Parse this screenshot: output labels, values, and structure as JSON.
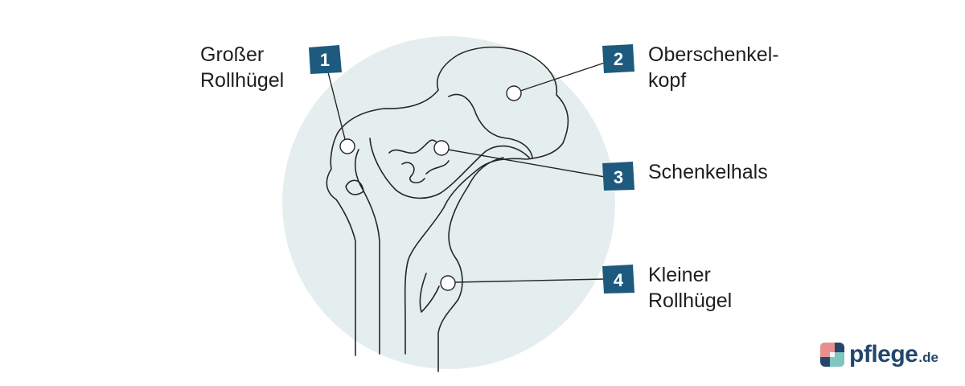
{
  "labels": {
    "l1": {
      "number": "1",
      "line1": "Großer",
      "line2": "Rollhügel"
    },
    "l2": {
      "number": "2",
      "line1": "Oberschenkel-",
      "line2": "kopf"
    },
    "l3": {
      "number": "3",
      "line1": "Schenkelhals"
    },
    "l4": {
      "number": "4",
      "line1": "Kleiner",
      "line2": "Rollhügel"
    }
  },
  "logo": {
    "word": "pflege",
    "tld": ".de"
  },
  "colors": {
    "badge": "#1d5a7e",
    "backdrop": "#e5eeee",
    "line": "#262626",
    "logo_text": "#23466b",
    "logo_pink": "#e98f8f",
    "logo_teal": "#7fc6c0",
    "logo_navy": "#23466b"
  }
}
